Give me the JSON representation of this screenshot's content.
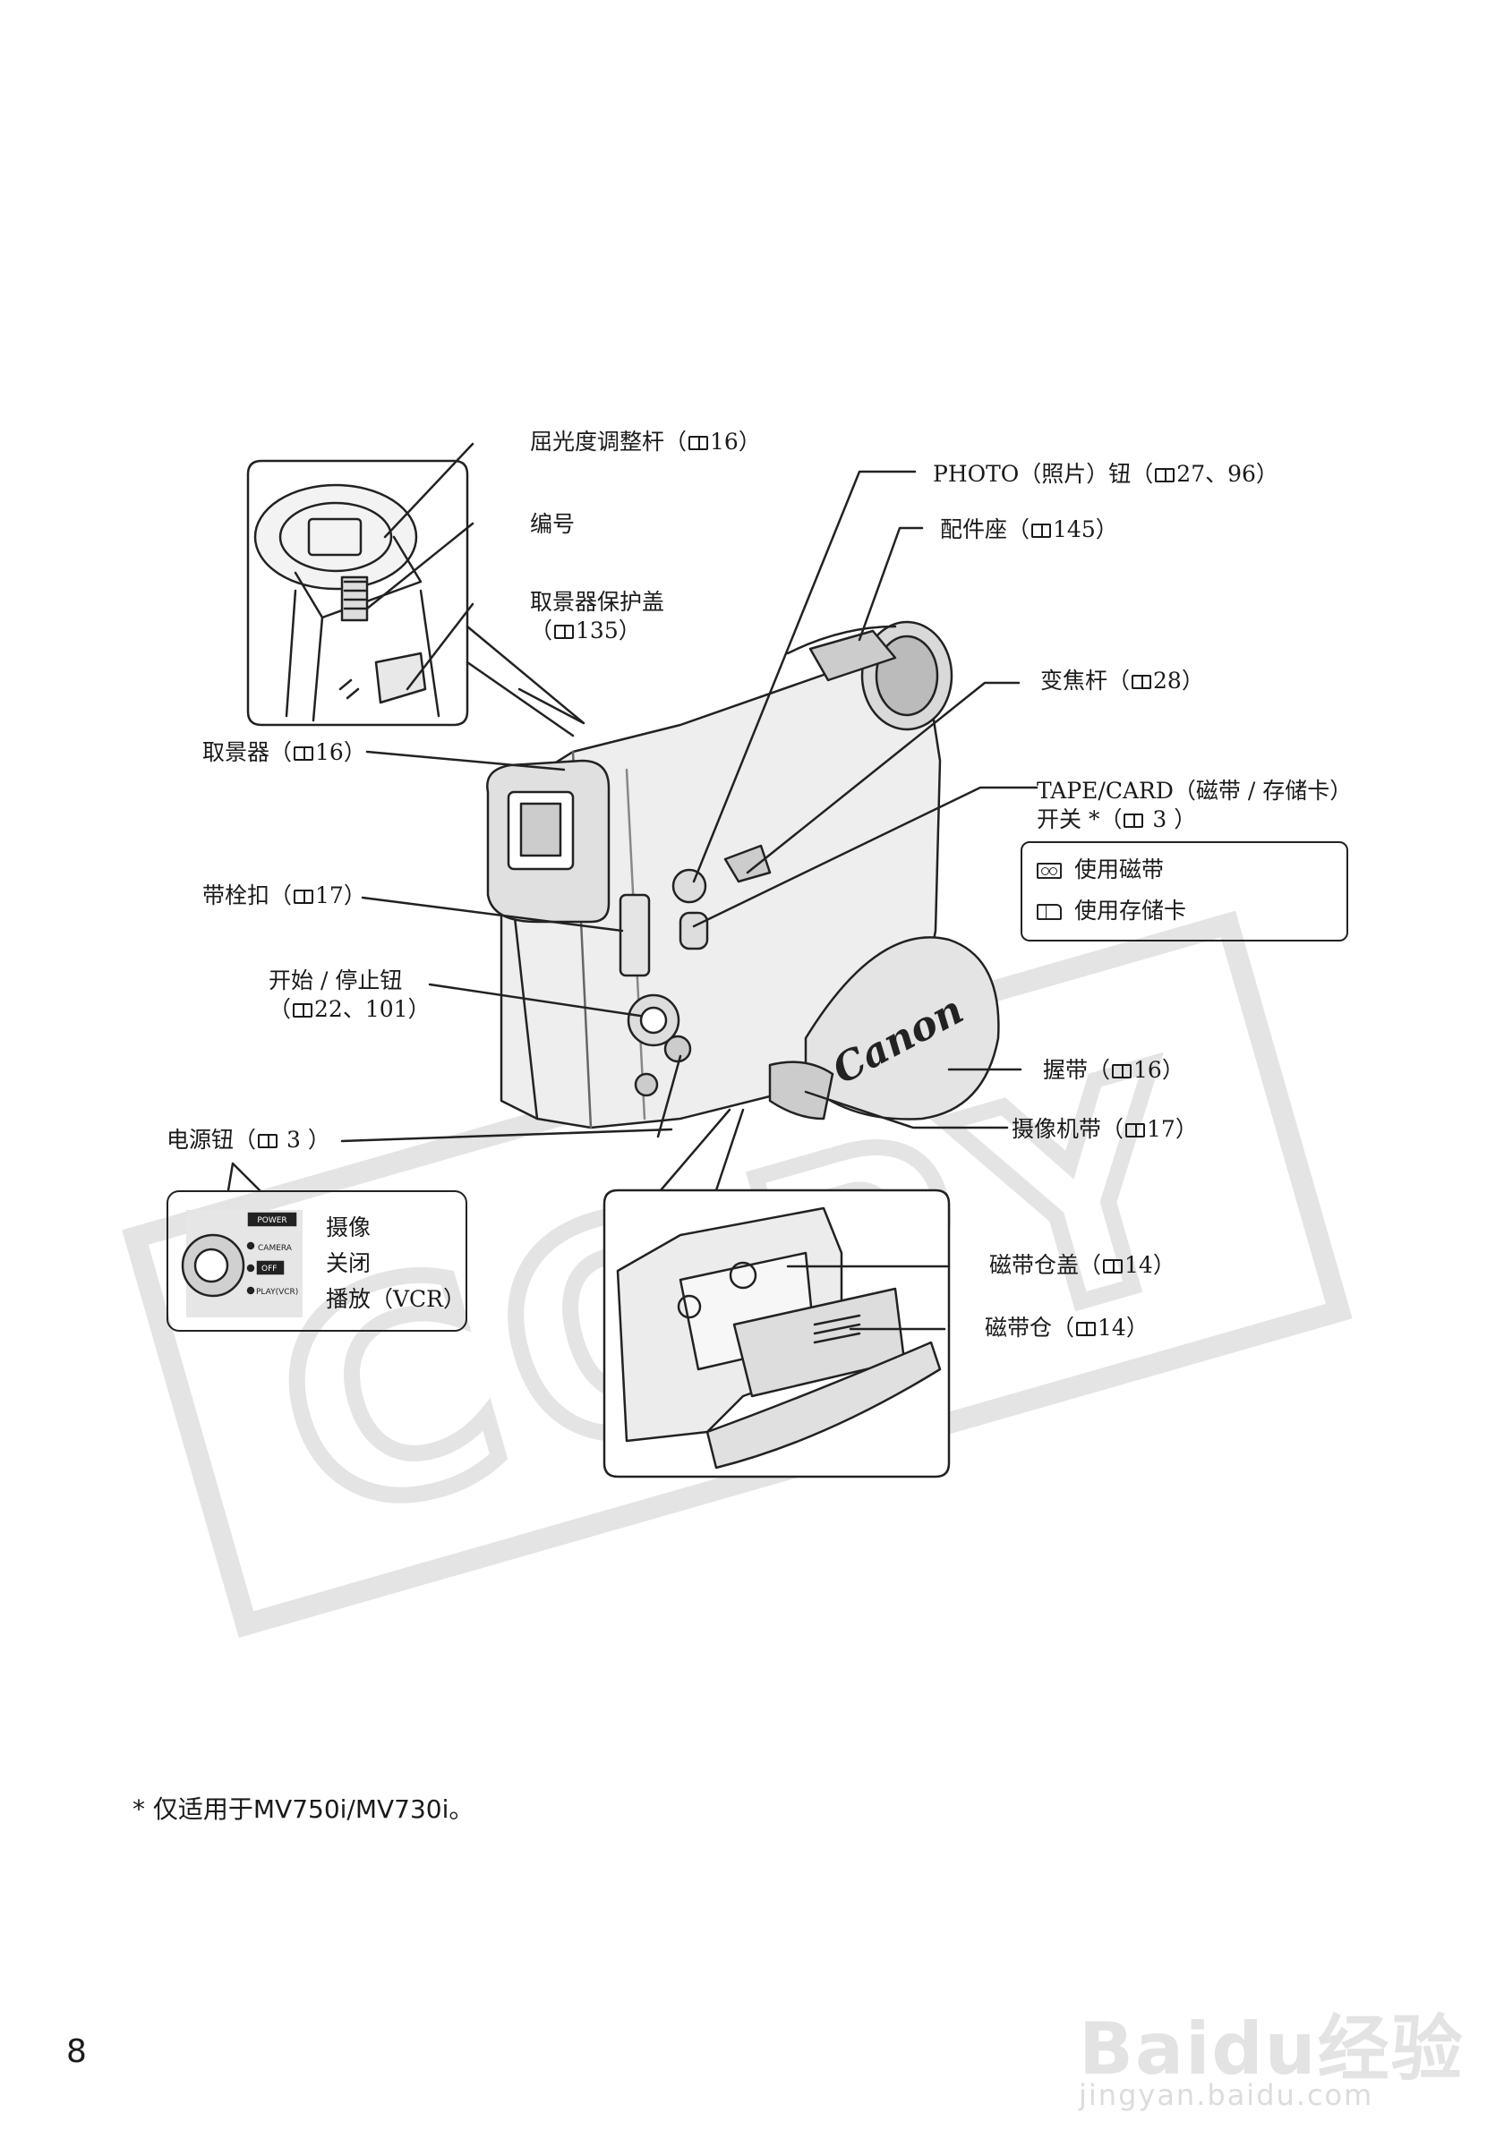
{
  "labels": {
    "diopter": {
      "text": "屈光度调整杆（",
      "ref": "16）"
    },
    "serial": {
      "text": "编号"
    },
    "vf_cover": {
      "line1": "取景器保护盖",
      "line2a": "（",
      "ref": "135）"
    },
    "viewfinder": {
      "text": "取景器（",
      "ref": "16）"
    },
    "strap_clip": {
      "text": "带栓扣（",
      "ref": "17）"
    },
    "start_stop": {
      "line1": "开始 / 停止钮",
      "line2a": "（",
      "ref": "22、101）"
    },
    "power": {
      "text": "电源钮（",
      "ref": " 3 ）"
    },
    "photo": {
      "text": "PHOTO（照片）钮（",
      "ref": "27、96）"
    },
    "shoe": {
      "text": "配件座（",
      "ref": "145）"
    },
    "zoom": {
      "text": "变焦杆（",
      "ref": "28）"
    },
    "tape_card": {
      "line1": "TAPE/CARD（磁带 / 存储卡）",
      "line2a": "开关 *（",
      "ref": " 3 ）"
    },
    "grip_belt": {
      "text": "握带（",
      "ref": "16）"
    },
    "cam_strap": {
      "text": "摄像机带（",
      "ref": "17）"
    },
    "cass_cover": {
      "text": "磁带仓盖（",
      "ref": "14）"
    },
    "cass_comp": {
      "text": "磁带仓（",
      "ref": "14）"
    }
  },
  "tape_options": [
    {
      "icon": "tape-icon",
      "text": "使用磁带"
    },
    {
      "icon": "card-icon",
      "text": "使用存储卡"
    }
  ],
  "power_modes": {
    "camera": "摄像",
    "off": "关闭",
    "play": "播放（VCR）",
    "dial": {
      "power": "POWER",
      "camera": "CAMERA",
      "off": "OFF",
      "play": "PLAY(VCR)"
    }
  },
  "brand": "Canon",
  "watermark_copy": "COPY",
  "footnote": "* 仅适用于MV750i/MV730i。",
  "page_number": "8",
  "site_watermark": {
    "brand": "Baidu经验",
    "url": "jingyan.baidu.com"
  }
}
